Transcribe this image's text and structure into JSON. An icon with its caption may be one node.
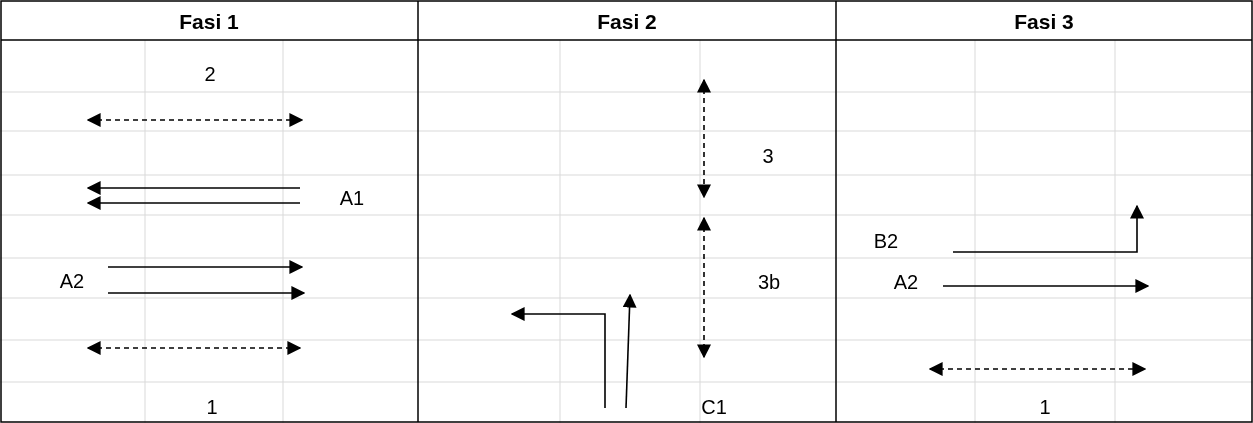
{
  "diagram": {
    "labels": [
      "Fasi 1",
      "Fasi 2",
      "Fasi 3",
      "2",
      "A1",
      "A2",
      "1",
      "3",
      "3b",
      "C1",
      "B2",
      "A2",
      "1"
    ]
  }
}
